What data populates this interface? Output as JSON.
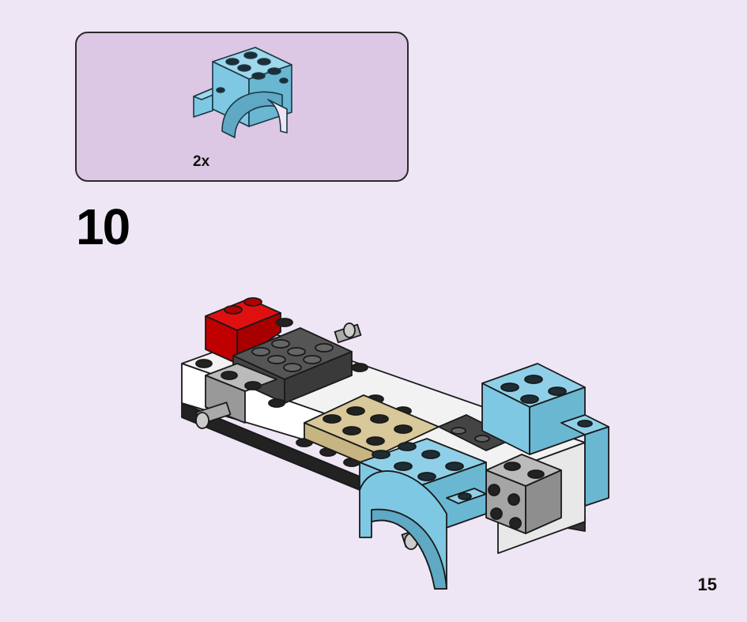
{
  "parts_callout": {
    "part_icon": "light-blue-arch-brick-icon",
    "quantity": "2x",
    "part_color": "#7ec8e3"
  },
  "step": {
    "number": "10"
  },
  "model_illustration": {
    "icon": "car-chassis-assembly-icon"
  },
  "page": {
    "number": "15"
  }
}
